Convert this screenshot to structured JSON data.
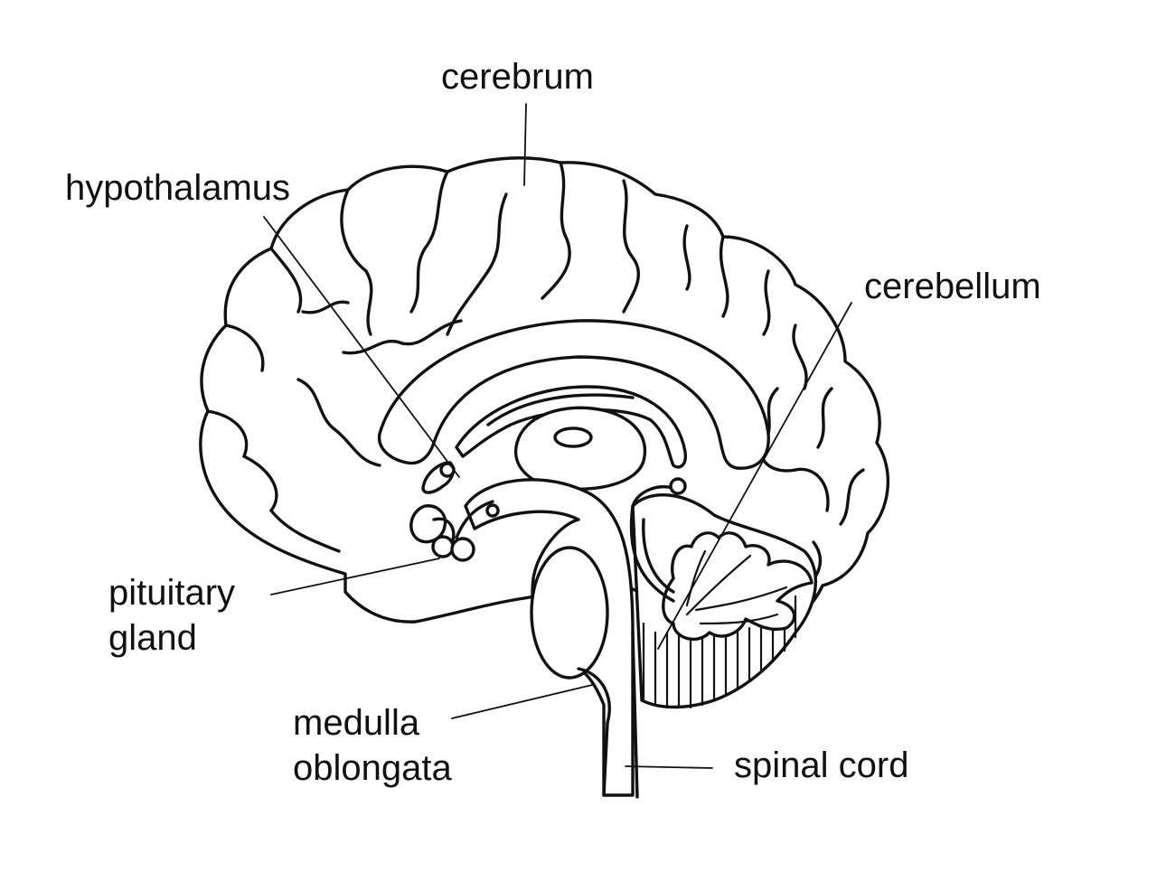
{
  "diagram": {
    "labels": {
      "cerebrum": "cerebrum",
      "hypothalamus": "hypothalamus",
      "cerebellum": "cerebellum",
      "pituitary_gland": [
        "pituitary",
        "gland"
      ],
      "medulla_oblongata": [
        "medulla",
        "oblongata"
      ],
      "spinal_cord": "spinal cord"
    },
    "colors": {
      "line": "#111111",
      "background": "#ffffff"
    }
  }
}
